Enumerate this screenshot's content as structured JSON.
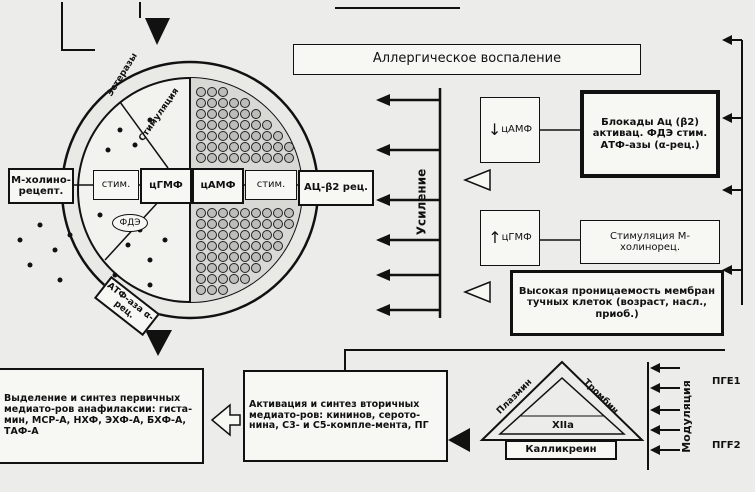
{
  "title_box": "Аллергическое воспаление",
  "cell": {
    "m_receptor": "М-холино-рецепт.",
    "stim_left": "стим.",
    "cgmp": "цГМФ",
    "camp": "цАМФ",
    "stim_right": "стим.",
    "ac_receptor": "АЦ-β2 рец.",
    "fde": "ФДЭ",
    "atpase": "АТФ-аза α-рец.",
    "esterases": "Эстеразы",
    "stimulation": "Стимуляция"
  },
  "right_panel": {
    "vertical_label": "Усиление",
    "camp_box": "цАМФ",
    "cgmp_box": "цГМФ",
    "block_box": "Блокады Ац (β2) активац. ФДЭ стим. АТФ-азы (α-рец.)",
    "stim_box": "Стимуляция М-холинорец.",
    "permeability_box": "Высокая проницаемость мембран тучных клеток (возраст, насл., приоб.)"
  },
  "bottom": {
    "left_box": "Выделение и синтез первичных медиато-ров анафилаксии: гиста-мин, МСР-А, НХФ, ЭХФ-А, БХФ-А, ТАФ-А",
    "middle_box": "Активация и синтез вторичных медиато-ров: кининов, серото-нина, С3- и С5-компле-мента, ПГ",
    "plasmin": "Плазмин",
    "thrombin": "Тромбин",
    "xiia": "XIIa",
    "kallikrein": "Калликреин",
    "modulation": "Модуляция",
    "pge1": "ПГЕ1",
    "pgf2": "ПГF2"
  }
}
